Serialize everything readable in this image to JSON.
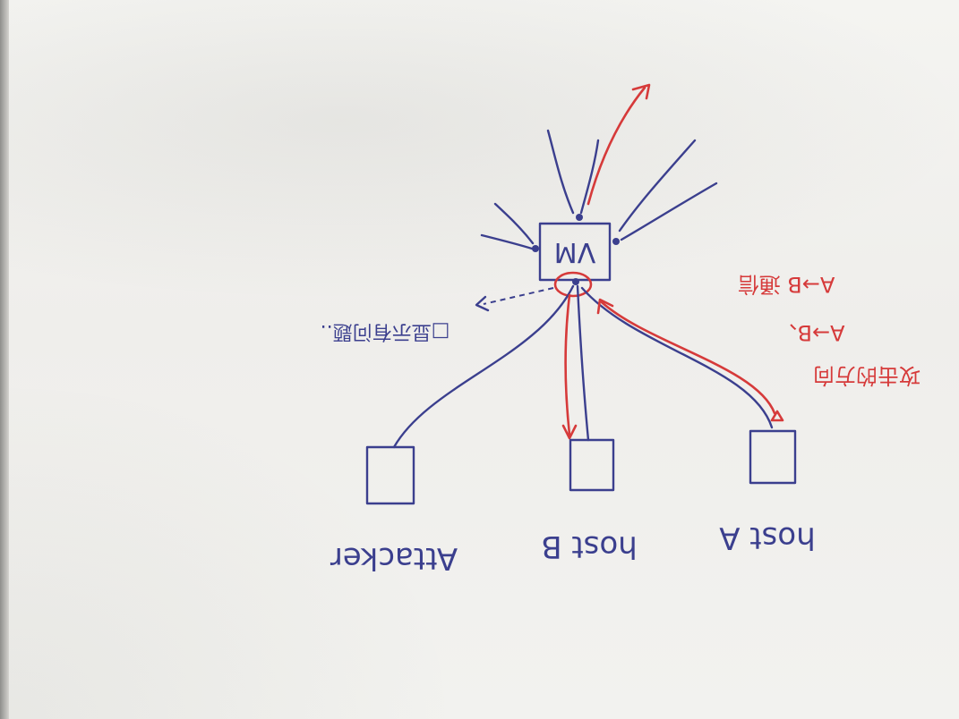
{
  "labels": {
    "vm": "VM",
    "host_a": "host A",
    "host_b": "host B",
    "attacker": "Attacker",
    "side_note": "□显示有问题..",
    "red_note_line1": "A→B 通信",
    "red_note_line2": "A→B、",
    "red_note_line3": "攻击的方向"
  },
  "colors": {
    "ink_blue": "#3b3f8e",
    "ink_red": "#d63a3a",
    "paper": "#f1f0ed"
  }
}
